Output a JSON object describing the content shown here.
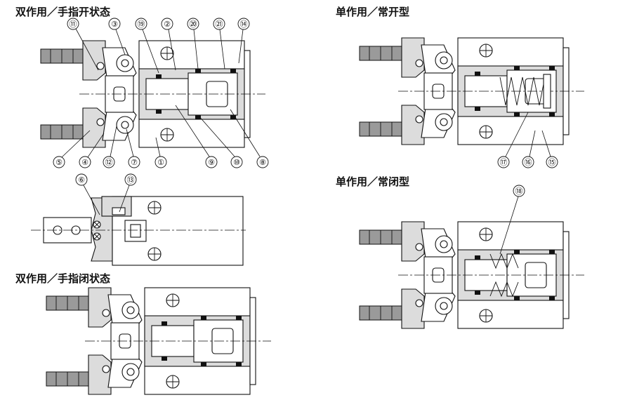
{
  "colors": {
    "body": "#dcdcdc",
    "dark": "#9a9a9a",
    "seal": "#111111",
    "line": "#111111"
  },
  "views": [
    {
      "id": "double-open",
      "title": "双作用／手指开状态",
      "callouts": [
        "⑪",
        "③",
        "⑲",
        "②",
        "⑳",
        "㉑",
        "⑭",
        "⑤",
        "④",
        "⑫",
        "⑦",
        "①",
        "⑨",
        "⑩",
        "⑧"
      ]
    },
    {
      "id": "side-view",
      "title": "",
      "callouts": [
        "⑥",
        "⑬"
      ]
    },
    {
      "id": "double-closed",
      "title": "双作用／手指闭状态",
      "callouts": []
    },
    {
      "id": "single-normally-open",
      "title": "单作用／常开型",
      "callouts": [
        "⑰",
        "⑯",
        "⑮"
      ]
    },
    {
      "id": "single-normally-closed",
      "title": "单作用／常闭型",
      "callouts": [
        "⑱"
      ]
    }
  ]
}
